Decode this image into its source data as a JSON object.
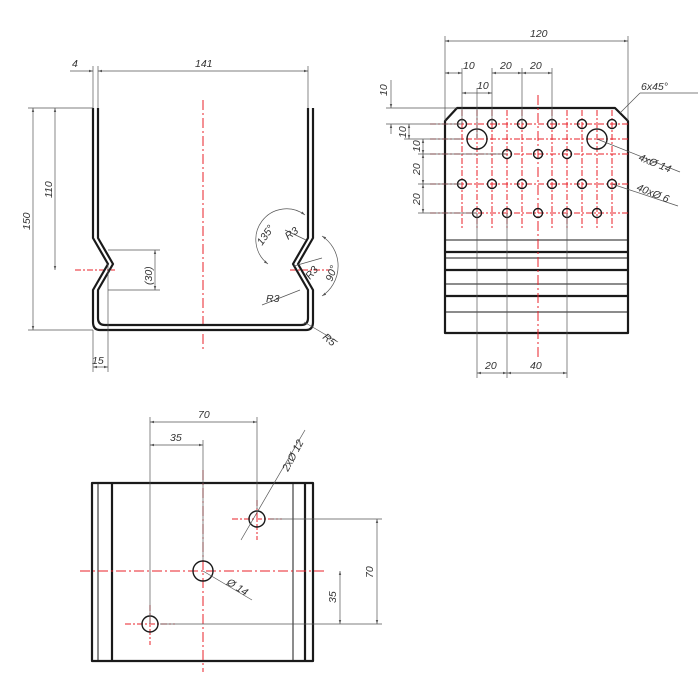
{
  "colors": {
    "object": "#1a1a1a",
    "dimension": "#555555",
    "centerline": "#e8202a",
    "background": "#ffffff"
  },
  "front_view": {
    "dim_4": "4",
    "dim_141": "141",
    "dim_150": "150",
    "dim_110": "110",
    "dim_30": "(30)",
    "dim_15": "15",
    "angle_135": "135°",
    "angle_90": "90°",
    "r3_a": "R3",
    "r3_b": "R3",
    "r3_c": "R3",
    "r5": "R5"
  },
  "side_view": {
    "dim_120": "120",
    "dim_10_h1": "10",
    "dim_20_h1": "20",
    "dim_20_h2": "20",
    "dim_10_h2": "10",
    "chamfer": "6x45°",
    "dim_10_v1": "10",
    "dim_10_v2": "10",
    "dim_10_v3": "10",
    "dim_20_v1": "20",
    "dim_20_v2": "20",
    "callout_large": "4xØ 14",
    "callout_small": "40xØ 6",
    "dim_20_bottom": "20",
    "dim_40_bottom": "40"
  },
  "bottom_view": {
    "dim_70_h": "70",
    "dim_35_h": "35",
    "callout_12": "2xØ 12",
    "callout_14": "Ø 14",
    "dim_70_v": "70",
    "dim_35_v": "35"
  }
}
